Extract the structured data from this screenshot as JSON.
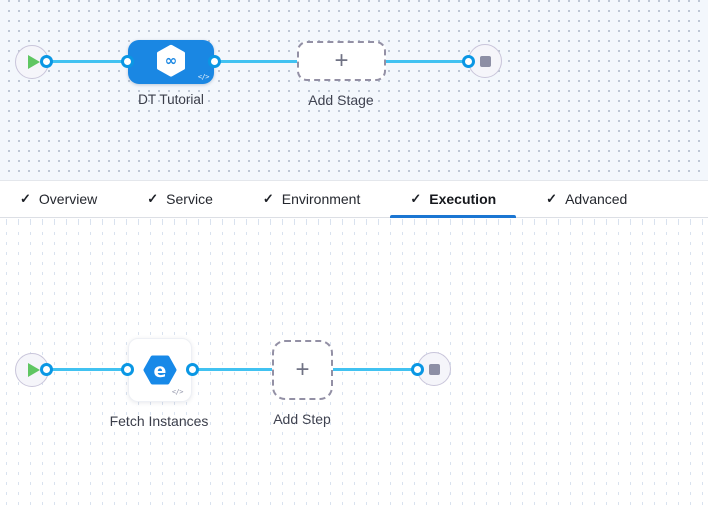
{
  "colors": {
    "edge_blue": "#41c2f1",
    "connector_blue": "#0a97e4",
    "stage_blue": "#1a87e3",
    "active_tab_underline": "#1b76d2",
    "play_green": "#5fc662",
    "stop_gray": "#8d8fa5",
    "stage_canvas_bg": "#f3f7fc",
    "step_canvas_bg": "#ffffff"
  },
  "stage_canvas": {
    "start_node": {
      "icon": "play-icon"
    },
    "stage_node": {
      "label": "DT Tutorial",
      "icon": "cd-hexagon-infinity-icon",
      "icon_glyph": "∞",
      "badge": "</>"
    },
    "add_stage": {
      "label": "Add Stage",
      "plus": "+"
    },
    "end_node": {
      "icon": "stop-icon"
    }
  },
  "tab_bar": {
    "check_glyph": "✓",
    "tabs": [
      {
        "label": "Overview",
        "checked": true,
        "active": false
      },
      {
        "label": "Service",
        "checked": true,
        "active": false
      },
      {
        "label": "Environment",
        "checked": true,
        "active": false
      },
      {
        "label": "Execution",
        "checked": true,
        "active": true
      },
      {
        "label": "Advanced",
        "checked": true,
        "active": false
      }
    ]
  },
  "step_canvas": {
    "start_node": {
      "icon": "play-icon"
    },
    "step_node": {
      "label": "Fetch Instances",
      "icon": "fetch-instances-hexagon-icon",
      "icon_glyph": "e",
      "badge": "</>"
    },
    "add_step": {
      "label": "Add Step",
      "plus": "+"
    },
    "end_node": {
      "icon": "stop-icon"
    }
  }
}
